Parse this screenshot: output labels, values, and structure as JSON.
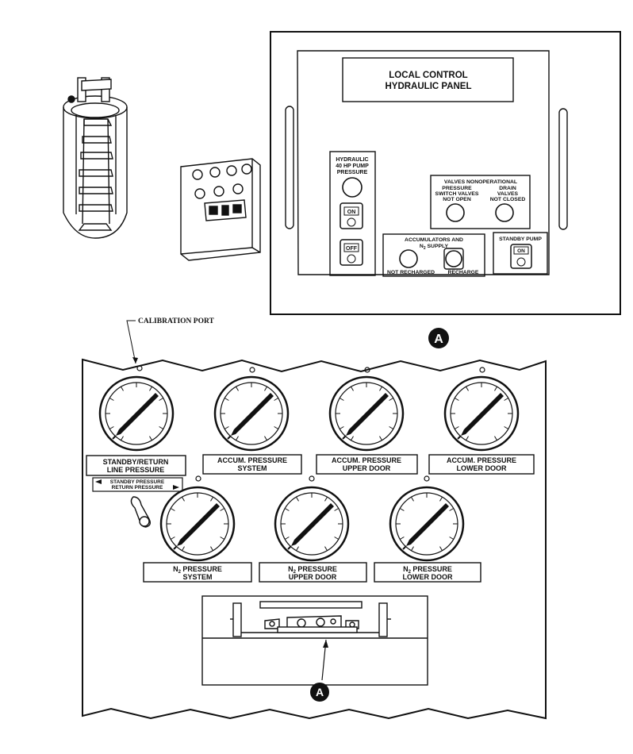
{
  "control_panel": {
    "title_line1": "LOCAL CONTROL",
    "title_line2": "HYDRAULIC PANEL",
    "pump_group": {
      "title_line1": "HYDRAULIC",
      "title_line2": "40 HP PUMP",
      "title_line3": "PRESSURE",
      "on_label": "ON",
      "off_label": "OFF"
    },
    "valves_group": {
      "title": "VALVES  NONOPERATIONAL",
      "left_line1": "PRESSURE",
      "left_line2": "SWITCH VALVES",
      "left_line3": "NOT OPEN",
      "right_line1": "DRAIN",
      "right_line2": "VALVES",
      "right_line3": "NOT CLOSED"
    },
    "accumulators_group": {
      "title_line1": "ACCUMULATORS AND",
      "title_line2": "N",
      "title_line2_sub": "2",
      "title_line2_rest": " SUPPLY",
      "left_label": "NOT RECHARGED",
      "right_label": "RECHARGE"
    },
    "standby_group": {
      "title": "STANDBY PUMP",
      "on_label": "ON"
    },
    "callout": "A"
  },
  "gauge_panel": {
    "calibration_label": "CALIBRATION PORT",
    "top_row": [
      {
        "line1": "STANDBY/RETURN",
        "line2": "LINE PRESSURE"
      },
      {
        "line1": "ACCUM. PRESSURE",
        "line2": "SYSTEM"
      },
      {
        "line1": "ACCUM. PRESSURE",
        "line2": "UPPER DOOR"
      },
      {
        "line1": "ACCUM. PRESSURE",
        "line2": "LOWER DOOR"
      }
    ],
    "selector": {
      "line1": "STANDBY PRESSURE",
      "line2": "RETURN PRESSURE"
    },
    "bottom_row": [
      {
        "line1_main": "N",
        "line1_sub": "2",
        "line1_rest": " PRESSURE",
        "line2": "SYSTEM"
      },
      {
        "line1_main": "N",
        "line1_sub": "2",
        "line1_rest": " PRESSURE",
        "line2": "UPPER DOOR"
      },
      {
        "line1_main": "N",
        "line1_sub": "2",
        "line1_rest": " PRESSURE",
        "line2": "LOWER DOOR"
      }
    ],
    "callout": "A"
  }
}
